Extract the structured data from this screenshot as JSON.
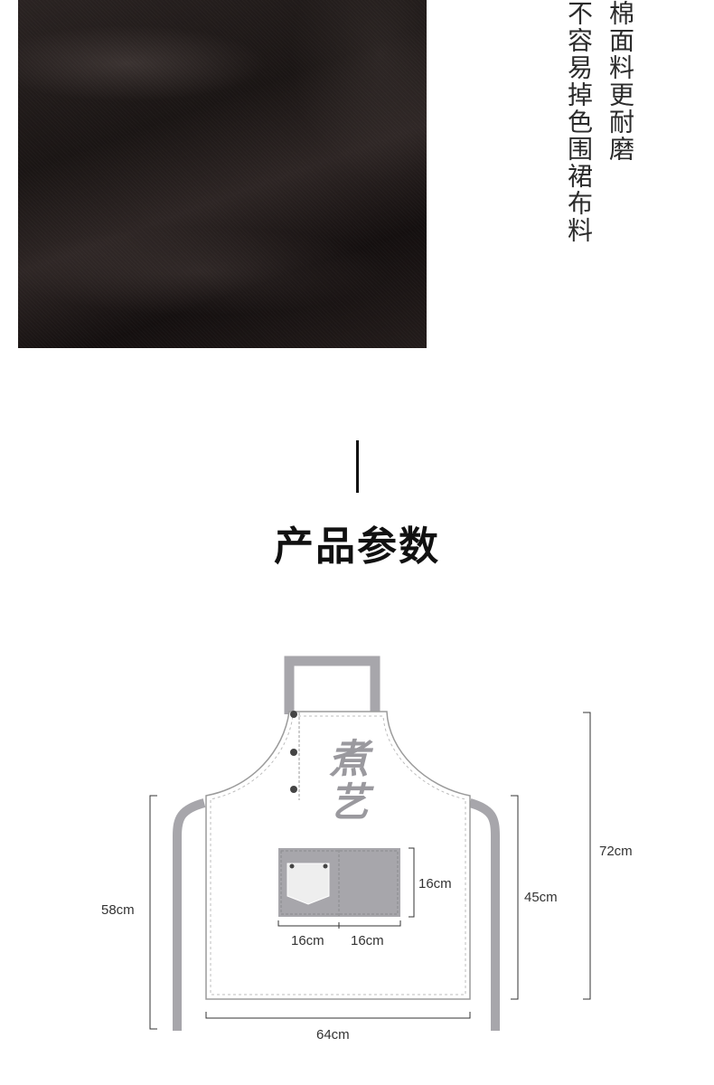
{
  "feature": {
    "col1": "棉面料更耐磨",
    "col2": "不容易掉色围裙布料"
  },
  "section_title": "产品参数",
  "apron": {
    "logo_text": "煮艺",
    "dimensions": {
      "total_height": "72cm",
      "side_height": "58cm",
      "body_height": "45cm",
      "width": "64cm",
      "pocket_height": "16cm",
      "pocket_left_width": "16cm",
      "pocket_right_width": "16cm"
    }
  },
  "colors": {
    "strap": "#a7a6ab",
    "pocket": "#a7a6ab",
    "fabric": "#1d1716",
    "outline": "#9b9b9b"
  }
}
